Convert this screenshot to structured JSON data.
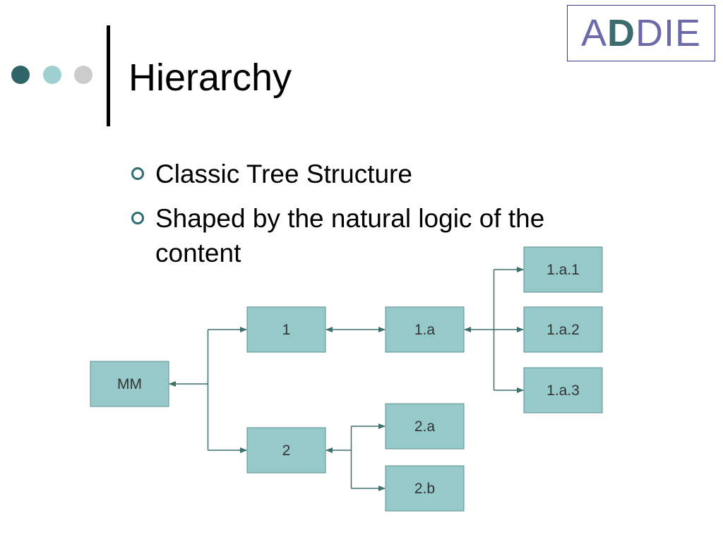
{
  "slide": {
    "title": "Hierarchy",
    "logo": {
      "part1": "A",
      "part2": "D",
      "part3": "DIE"
    },
    "bullets": [
      "Classic Tree Structure",
      "Shaped by the natural logic of the content"
    ]
  },
  "colors": {
    "dot1": "#2f6468",
    "dot2": "#9ecfd1",
    "dot3": "#cccccc",
    "node_fill": "#96c9c9",
    "node_stroke": "#5e8f91",
    "line": "#3e6f6f"
  },
  "diagram": {
    "nodes": [
      {
        "id": "mm",
        "label": "MM"
      },
      {
        "id": "n1",
        "label": "1"
      },
      {
        "id": "n2",
        "label": "2"
      },
      {
        "id": "n1a",
        "label": "1.a"
      },
      {
        "id": "n2a",
        "label": "2.a"
      },
      {
        "id": "n2b",
        "label": "2.b"
      },
      {
        "id": "n1a1",
        "label": "1.a.1"
      },
      {
        "id": "n1a2",
        "label": "1.a.2"
      },
      {
        "id": "n1a3",
        "label": "1.a.3"
      }
    ],
    "edges": [
      {
        "from": "mm",
        "to": "n1"
      },
      {
        "from": "mm",
        "to": "n2"
      },
      {
        "from": "n1",
        "to": "n1a"
      },
      {
        "from": "n2",
        "to": "n2a"
      },
      {
        "from": "n2",
        "to": "n2b"
      },
      {
        "from": "n1a",
        "to": "n1a1"
      },
      {
        "from": "n1a",
        "to": "n1a2"
      },
      {
        "from": "n1a",
        "to": "n1a3"
      }
    ]
  }
}
